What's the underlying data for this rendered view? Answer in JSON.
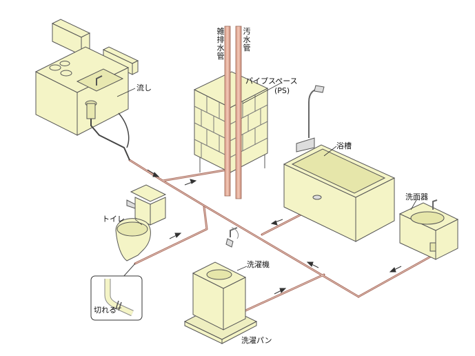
{
  "labels": {
    "sink": "流し",
    "misc_drain_pipe": "雑排水管",
    "sewage_pipe": "汚水管",
    "pipe_space": "パイプスペース",
    "pipe_space_abbr": "(PS)",
    "bathtub": "浴槽",
    "washbasin": "洗面器",
    "toilet": "トイレ",
    "washing_machine": "洗濯機",
    "washing_pan": "洗濯パン",
    "cut": "切れる"
  },
  "colors": {
    "fixture_fill": "#f4f4c6",
    "fixture_stroke": "#555555",
    "pipe": "#a96b5c",
    "riser": "#e7b3a0",
    "background": "#ffffff"
  }
}
